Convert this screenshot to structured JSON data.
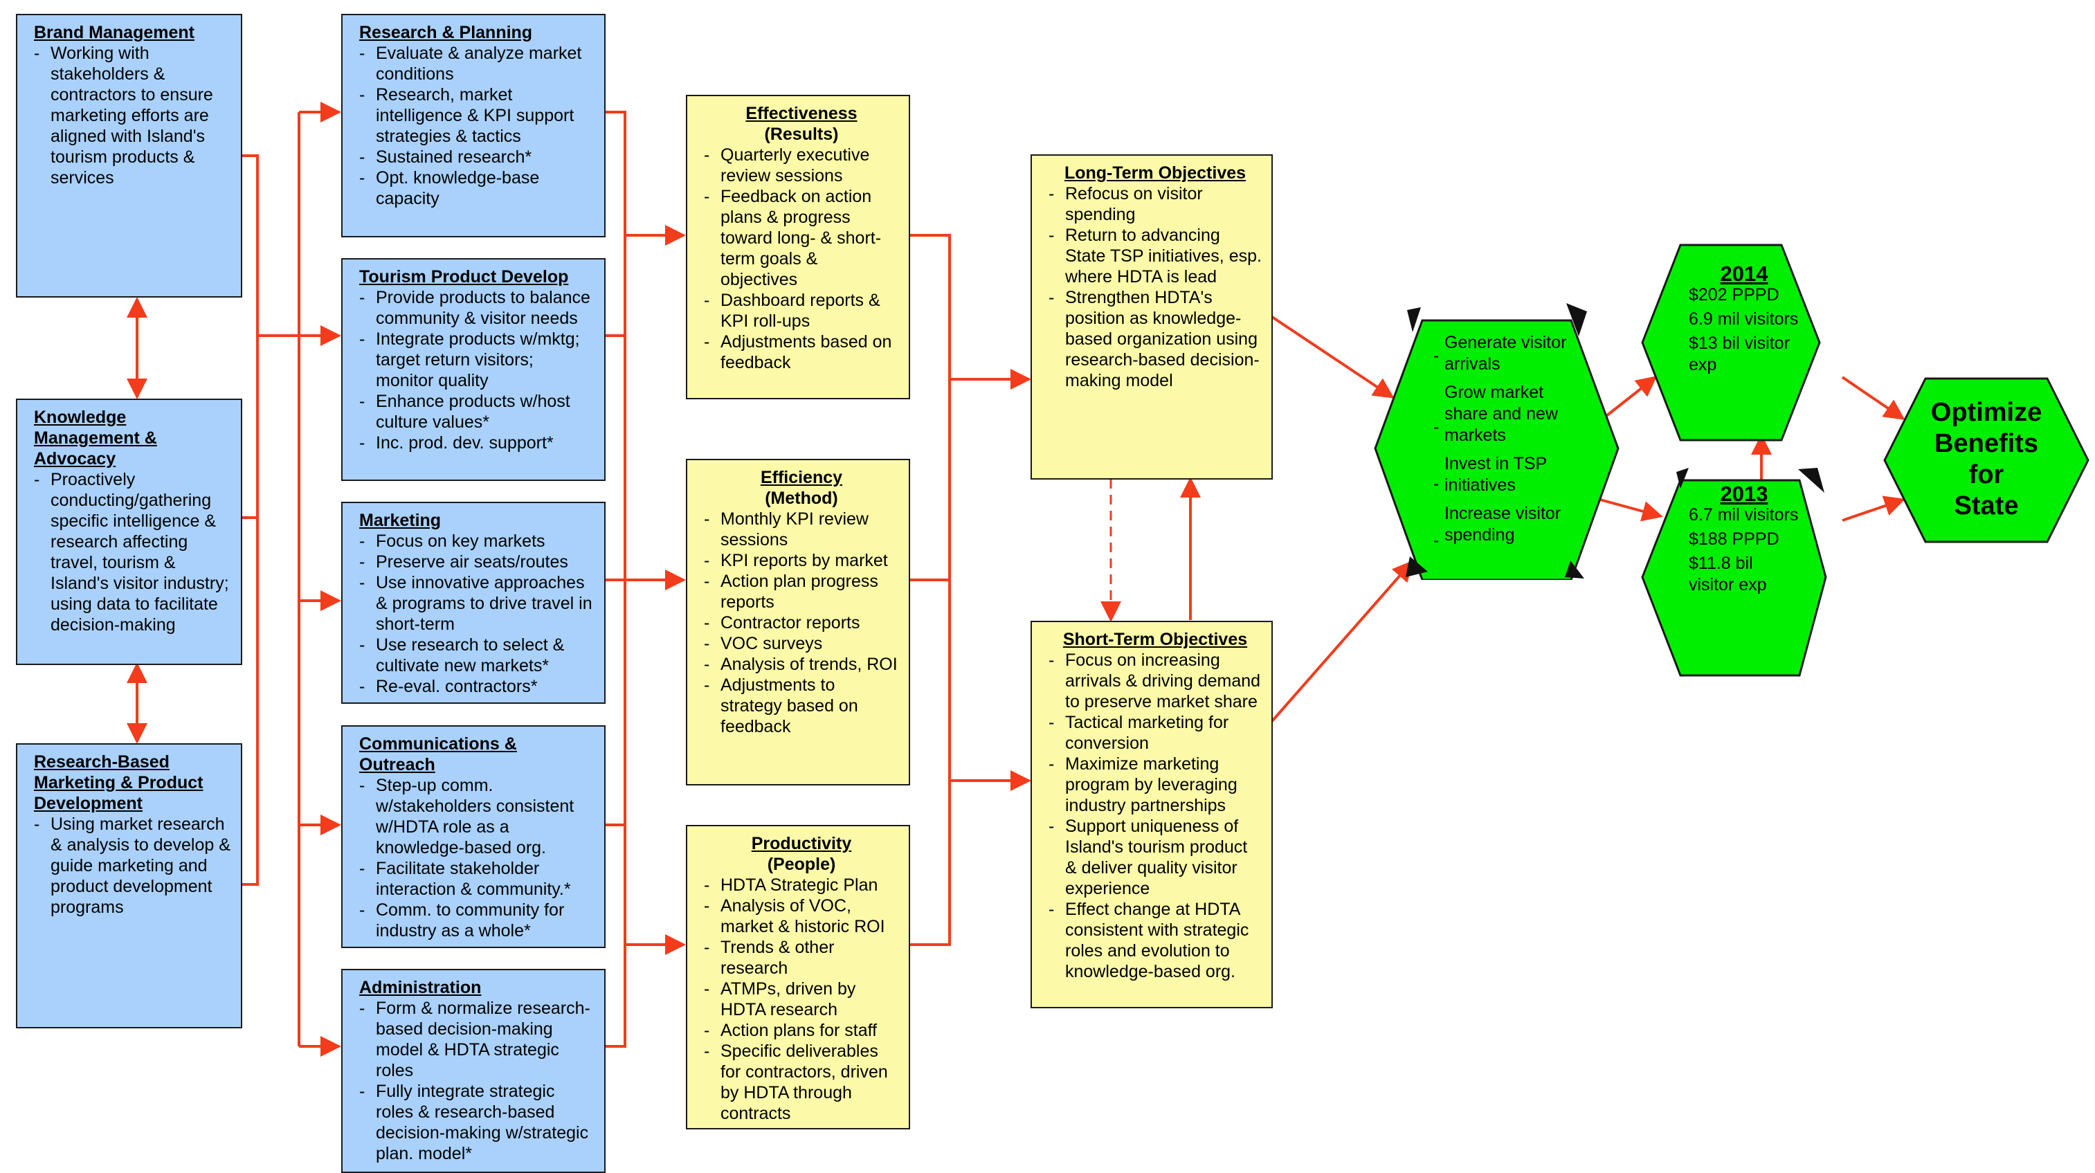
{
  "colors": {
    "blue_box": "#a9d1fb",
    "yellow_box": "#fcfaa8",
    "green_hex": "#00ee00",
    "arrow": "#f23c1c",
    "border": "#1a1a1a"
  },
  "left_column": [
    {
      "title": "Brand Management",
      "text": "Working with stakeholders & contractors to ensure marketing efforts are aligned with Island's tourism products & services"
    },
    {
      "title": "Knowledge Management & Advocacy",
      "text": "Proactively conducting/gathering specific intelligence & research affecting travel, tourism & Island's visitor industry; using data to facilitate decision-making"
    },
    {
      "title": "Research-Based Marketing & Product Development",
      "text": "Using market research & analysis to develop & guide marketing and product development programs"
    }
  ],
  "functions": [
    {
      "title": "Research & Planning",
      "items": [
        "Evaluate & analyze market conditions",
        "Research, market intelligence & KPI support strategies & tactics",
        "Sustained research*",
        "Opt. knowledge-base capacity"
      ]
    },
    {
      "title": "Tourism Product Develop",
      "items": [
        "Provide products to balance community & visitor needs",
        "Integrate products w/mktg; target return visitors; monitor quality",
        "Enhance products w/host culture values*",
        "Inc. prod. dev. support*"
      ]
    },
    {
      "title": "Marketing",
      "items": [
        "Focus on key markets",
        "Preserve air seats/routes",
        "Use innovative approaches & programs to drive travel in short-term",
        "Use research to select & cultivate new markets*",
        "Re-eval. contractors*"
      ]
    },
    {
      "title": "Communications & Outreach",
      "items": [
        "Step-up comm. w/stakeholders consistent w/HDTA role as a knowledge-based org.",
        "Facilitate stakeholder interaction & community.*",
        "Comm. to community for industry as a whole*"
      ]
    },
    {
      "title": "Administration",
      "items": [
        "Form & normalize research-based decision-making model & HDTA strategic roles",
        "Fully integrate strategic roles & research-based decision-making w/strategic plan. model*"
      ]
    }
  ],
  "measures": [
    {
      "title": "Effectiveness",
      "subtitle": "(Results)",
      "items": [
        "Quarterly executive review sessions",
        "Feedback on  action plans & progress toward long- & short-term goals & objectives",
        "Dashboard reports & KPI roll-ups",
        "Adjustments based on feedback"
      ]
    },
    {
      "title": "Efficiency",
      "subtitle": "(Method)",
      "items": [
        "Monthly KPI review sessions",
        "KPI reports by market",
        "Action plan progress reports",
        "Contractor reports",
        "VOC surveys",
        "Analysis of trends, ROI",
        "Adjustments to strategy based on feedback"
      ]
    },
    {
      "title": "Productivity",
      "subtitle": "(People)",
      "items": [
        "HDTA Strategic Plan",
        "Analysis of VOC, market & historic ROI",
        "Trends & other research",
        "ATMPs, driven by HDTA research",
        "Action plans for staff",
        "Specific deliverables for contractors, driven by HDTA through contracts"
      ]
    }
  ],
  "objectives": [
    {
      "title": "Long-Term Objectives",
      "items": [
        "Refocus on visitor spending",
        "Return to advancing State TSP initiatives, esp. where HDTA is lead",
        "Strengthen HDTA's position as knowledge-based organization using research-based decision-making model"
      ]
    },
    {
      "title": "Short-Term Objectives",
      "items": [
        "Focus on increasing arrivals & driving demand to preserve market share",
        "Tactical marketing for conversion",
        "Maximize marketing program by leveraging industry partnerships",
        "Support uniqueness of Island's tourism product & deliver quality visitor experience",
        "Effect change at HDTA consistent with strategic roles and evolution to knowledge-based org."
      ]
    }
  ],
  "goals_hex": {
    "items": [
      "Generate visitor arrivals",
      "Grow market share and new markets",
      "Invest in TSP initiatives",
      "Increase visitor spending"
    ]
  },
  "year_2014": {
    "title": "2014",
    "items": [
      "$202 PPPD",
      "6.9 mil visitors",
      "$13 bil visitor exp"
    ]
  },
  "year_2013": {
    "title": "2013",
    "items": [
      "6.7 mil visitors",
      "$188 PPPD",
      "$11.8 bil visitor exp"
    ]
  },
  "outcome": {
    "line1": "Optimize",
    "line2": "Benefits",
    "line3": "for",
    "line4": "State"
  }
}
